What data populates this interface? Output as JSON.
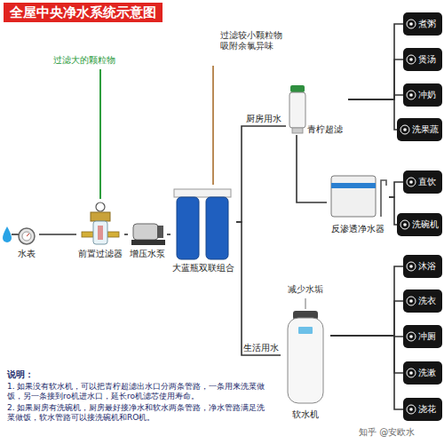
{
  "diagram": {
    "title": "全屋中央净水系统示意图",
    "nodes": [
      {
        "text": [
          "水表"
        ]
      },
      {
        "text": [
          "前置过滤器"
        ]
      },
      {
        "text": [
          "增压水泵"
        ]
      },
      {
        "text": [
          "大蓝瓶双联组合"
        ]
      },
      {
        "text": [
          "青柠超滤"
        ]
      },
      {
        "text": [
          "反渗透净水器"
        ]
      },
      {
        "text": [
          "软水机"
        ]
      },
      {
        "text": [
          "煮粥"
        ]
      },
      {
        "text": [
          "煲汤"
        ]
      },
      {
        "text": [
          "冲奶"
        ]
      },
      {
        "text": [
          "洗果蔬"
        ]
      },
      {
        "text": [
          "直饮"
        ]
      },
      {
        "text": [
          "洗碗机"
        ]
      },
      {
        "text": [
          "沐浴"
        ]
      },
      {
        "text": [
          "洗衣"
        ]
      },
      {
        "text": [
          "冲厕"
        ]
      },
      {
        "text": [
          "洗漱"
        ]
      },
      {
        "text": [
          "浇花"
        ]
      }
    ],
    "edges": [
      {
        "from": 0,
        "to": 1,
        "arrow": "none"
      },
      {
        "from": 1,
        "to": 2,
        "arrow": "none"
      },
      {
        "from": 2,
        "to": 3,
        "arrow": "none"
      },
      {
        "from": 3,
        "to": 4,
        "label": "厨房用水",
        "arrow": "none"
      },
      {
        "from": 3,
        "to": 6,
        "label": "生活用水",
        "arrow": "none"
      },
      {
        "from": 4,
        "to": 5,
        "arrow": "none"
      },
      {
        "from": 4,
        "to": 7,
        "arrow": "none"
      },
      {
        "from": 4,
        "to": 8,
        "arrow": "none"
      },
      {
        "from": 4,
        "to": 9,
        "arrow": "none"
      },
      {
        "from": 4,
        "to": 10,
        "arrow": "none"
      },
      {
        "from": 5,
        "to": 11,
        "arrow": "none"
      },
      {
        "from": 5,
        "to": 12,
        "arrow": "none"
      },
      {
        "from": 6,
        "to": 13,
        "arrow": "none"
      },
      {
        "from": 6,
        "to": 14,
        "arrow": "none"
      },
      {
        "from": 6,
        "to": 15,
        "arrow": "none"
      },
      {
        "from": 6,
        "to": 16,
        "arrow": "none"
      },
      {
        "from": 6,
        "to": 17,
        "arrow": "none"
      }
    ],
    "labels": [
      "过滤大的颗粒物",
      "过滤较小颗粒物 吸附余氯异味",
      "减少水垢",
      "说明：",
      "1. 如果没有软水机，可以把青柠超滤出水口分两条管路，一条用来洗菜做饭，另一条接到ro机进水口，延长ro机滤芯使用寿命。",
      "2. 如果厨房有洗碗机，厨房最好接净水和软水两条管路，净水管路满足洗菜做饭，软水管路可以接洗碗机和RO机。",
      "知乎 @安欧水"
    ]
  }
}
